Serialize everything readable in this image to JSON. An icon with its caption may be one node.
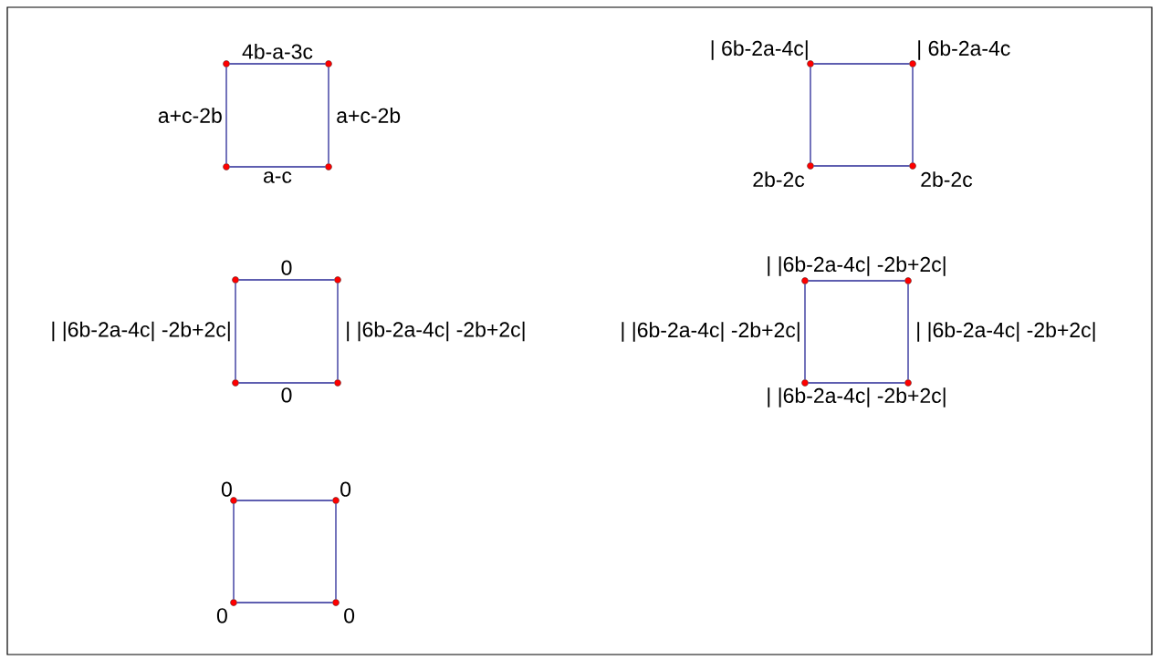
{
  "diagram": {
    "nodes": [
      {
        "text": [],
        "shape": "circle"
      },
      {
        "text": [],
        "shape": "circle"
      },
      {
        "text": [],
        "shape": "circle"
      },
      {
        "text": [],
        "shape": "circle"
      },
      {
        "text": [],
        "shape": "circle",
        "beside": [
          "| 6b-2a-4c|"
        ]
      },
      {
        "text": [],
        "shape": "circle",
        "beside": [
          "| 6b-2a-4c"
        ]
      },
      {
        "text": [],
        "shape": "circle",
        "beside": [
          "2b-2c"
        ]
      },
      {
        "text": [],
        "shape": "circle",
        "beside": [
          "2b-2c"
        ]
      },
      {
        "text": [],
        "shape": "circle"
      },
      {
        "text": [],
        "shape": "circle"
      },
      {
        "text": [],
        "shape": "circle"
      },
      {
        "text": [],
        "shape": "circle"
      },
      {
        "text": [],
        "shape": "circle"
      },
      {
        "text": [],
        "shape": "circle"
      },
      {
        "text": [],
        "shape": "circle"
      },
      {
        "text": [],
        "shape": "circle"
      },
      {
        "text": [],
        "shape": "circle",
        "beside": [
          "0"
        ]
      },
      {
        "text": [],
        "shape": "circle",
        "beside": [
          "0"
        ]
      },
      {
        "text": [],
        "shape": "circle",
        "beside": [
          "0"
        ]
      },
      {
        "text": [],
        "shape": "circle",
        "beside": [
          "0"
        ]
      }
    ],
    "edges": [
      {
        "from": 0,
        "to": 1,
        "arrow": "none",
        "label": "4b-a-3c"
      },
      {
        "from": 1,
        "to": 3,
        "arrow": "none",
        "label": "a+c-2b"
      },
      {
        "from": 2,
        "to": 3,
        "arrow": "none",
        "label": "a-c"
      },
      {
        "from": 0,
        "to": 2,
        "arrow": "none",
        "label": "a+c-2b"
      },
      {
        "from": 4,
        "to": 5,
        "arrow": "none"
      },
      {
        "from": 5,
        "to": 7,
        "arrow": "none"
      },
      {
        "from": 6,
        "to": 7,
        "arrow": "none"
      },
      {
        "from": 4,
        "to": 6,
        "arrow": "none"
      },
      {
        "from": 8,
        "to": 9,
        "arrow": "none",
        "label": "0"
      },
      {
        "from": 9,
        "to": 11,
        "arrow": "none",
        "label": "| |6b-2a-4c| -2b+2c|"
      },
      {
        "from": 10,
        "to": 11,
        "arrow": "none",
        "label": "0"
      },
      {
        "from": 8,
        "to": 10,
        "arrow": "none",
        "label": "| |6b-2a-4c| -2b+2c|"
      },
      {
        "from": 12,
        "to": 13,
        "arrow": "none",
        "label": "| |6b-2a-4c| -2b+2c|"
      },
      {
        "from": 13,
        "to": 15,
        "arrow": "none",
        "label": "| |6b-2a-4c| -2b+2c|"
      },
      {
        "from": 14,
        "to": 15,
        "arrow": "none",
        "label": "| |6b-2a-4c| -2b+2c|"
      },
      {
        "from": 12,
        "to": 14,
        "arrow": "none",
        "label": "| |6b-2a-4c| -2b+2c|"
      },
      {
        "from": 16,
        "to": 17,
        "arrow": "none"
      },
      {
        "from": 17,
        "to": 19,
        "arrow": "none"
      },
      {
        "from": 18,
        "to": 19,
        "arrow": "none"
      },
      {
        "from": 16,
        "to": 18,
        "arrow": "none"
      }
    ]
  }
}
